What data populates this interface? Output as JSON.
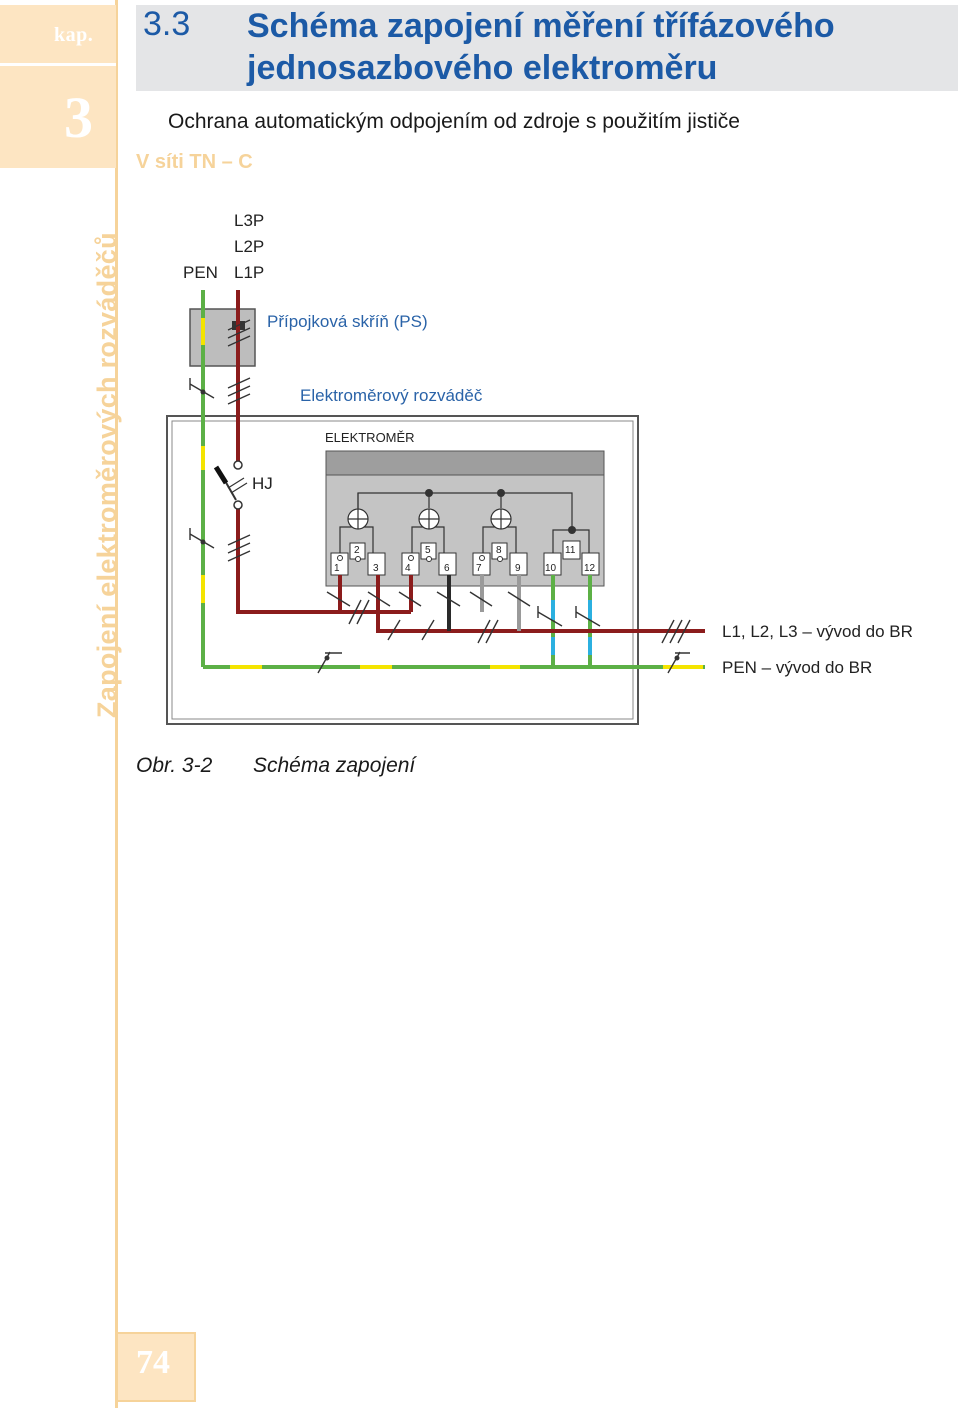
{
  "margin": {
    "kap_label": "kap.",
    "chapter_number": "3",
    "side_title": "Zapojení elektroměrových rozváděčů",
    "page_number": "74"
  },
  "heading": {
    "number": "3.3",
    "title_line1": "Schéma zapojení měření třífázového",
    "title_line2": "jednosazbového elektroměru"
  },
  "subtitle": "Ochrana automatickým odpojením od zdroje s použitím jističe",
  "network": "V síti TN – C",
  "diagram": {
    "conductor_labels": {
      "l3p": "L3P",
      "l2p": "L2P",
      "l1p": "L1P",
      "pen": "PEN"
    },
    "ps_label": "Přípojková skříň (PS)",
    "er_label": "Elektroměrový rozváděč",
    "meter_label": "ELEKTROMĚR",
    "breaker_label": "HJ",
    "terminals": [
      "1",
      "2",
      "3",
      "4",
      "5",
      "6",
      "7",
      "8",
      "9",
      "10",
      "11",
      "12"
    ],
    "outlet_phases": "L1, L2, L3 – vývod do BR",
    "outlet_pen": "PEN – vývod do BR",
    "colors": {
      "phase": "#8b1c1c",
      "pe_green": "#5cb046",
      "pe_yellow": "#f4e400",
      "neutral_blue": "#2bb0e0",
      "gray": "#9a9a9a",
      "label_blue": "#2a63a8"
    }
  },
  "caption": {
    "label": "Obr. 3-2",
    "text": "Schéma zapojení"
  }
}
